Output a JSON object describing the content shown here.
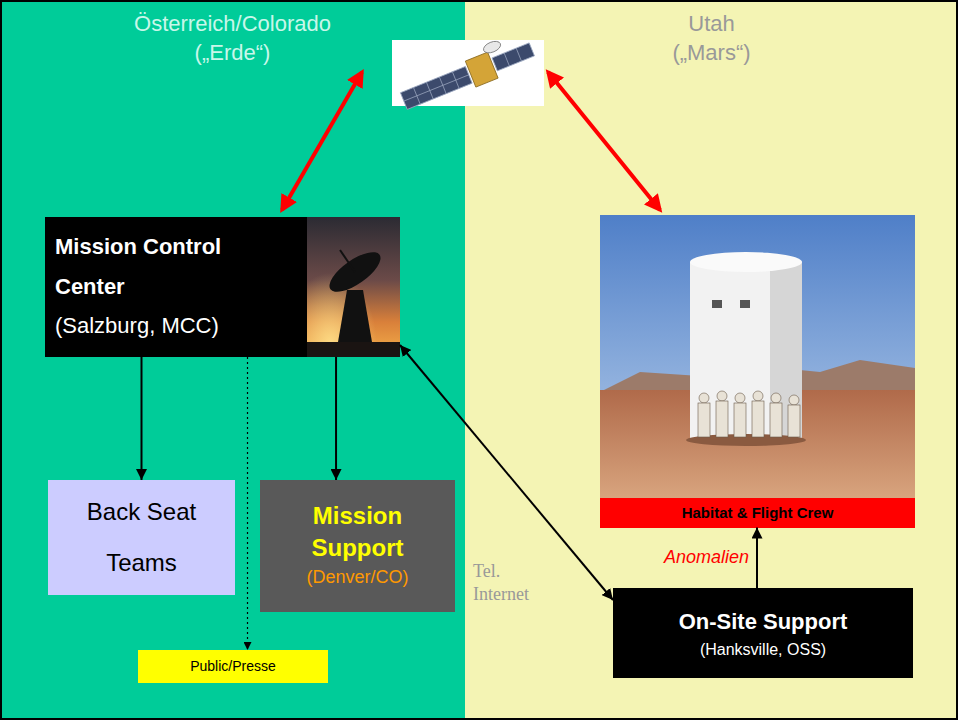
{
  "diagram": {
    "nodes": [
      {
        "text": [
          "Österreich/Colorado („Erde“)"
        ]
      },
      {
        "text": [
          "Utah („Mars“)"
        ]
      },
      {
        "text": [
          "Mission Control Center",
          "(Salzburg, MCC)"
        ],
        "in": 0
      },
      {
        "text": [
          "Habitat & Flight Crew"
        ],
        "in": 1
      },
      {
        "text": [
          "Back Seat Teams"
        ],
        "in": 0
      },
      {
        "text": [
          "Mission Support",
          "(Denver/CO)"
        ],
        "in": 0
      },
      {
        "text": [
          "On-Site Support",
          "(Hanksville, OSS)"
        ],
        "in": 1
      },
      {
        "text": [
          "Public/Presse"
        ],
        "in": 0
      }
    ],
    "edges": [
      {
        "from": 2,
        "to": 4,
        "arrow": "to"
      },
      {
        "from": 2,
        "to": 7,
        "arrow": "to"
      },
      {
        "from": 2,
        "to": 5,
        "arrow": "to"
      },
      {
        "from": 2,
        "to": 6,
        "arrow": "both",
        "label": "Tel. Internet"
      },
      {
        "from": 6,
        "to": 3,
        "arrow": "to",
        "label": "Anomalien"
      }
    ]
  }
}
